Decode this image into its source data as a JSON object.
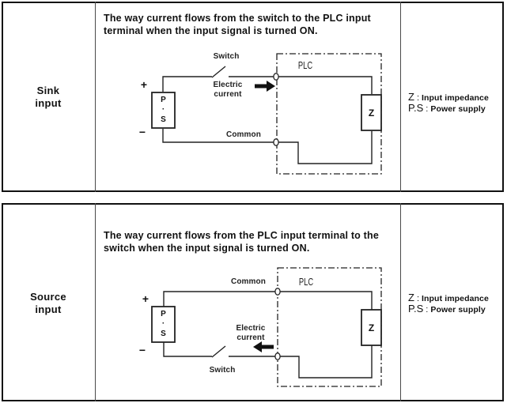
{
  "page": {
    "background": "#ffffff",
    "line_color": "#222222",
    "border_color": "#111111"
  },
  "panels": [
    {
      "row_label": "Sink\ninput",
      "description": "The way current flows from the switch to the PLC input\nterminal when the input signal is turned ON.",
      "diagram": {
        "switch_label": "Switch",
        "electric_current_label": "Electric\ncurrent",
        "common_label": "Common",
        "plc_label": "PLC",
        "power_supply_text": "P\n·\nS",
        "impedance_text": "Z",
        "plus_sign": "+",
        "minus_sign": "−",
        "current_direction": "right"
      },
      "legend": {
        "z_term": "Z",
        "z_sep": ":",
        "z_def": "Input impedance",
        "ps_term": "P.S",
        "ps_sep": ":",
        "ps_def": "Power supply"
      }
    },
    {
      "row_label": "Source\ninput",
      "description": "The way current flows from the PLC input terminal to the\nswitch when the input signal is turned ON.",
      "diagram": {
        "switch_label": "Switch",
        "electric_current_label": "Electric\ncurrent",
        "common_label": "Common",
        "plc_label": "PLC",
        "power_supply_text": "P\n·\nS",
        "impedance_text": "Z",
        "plus_sign": "+",
        "minus_sign": "−",
        "current_direction": "left"
      },
      "legend": {
        "z_term": "Z",
        "z_sep": ":",
        "z_def": "Input impedance",
        "ps_term": "P.S",
        "ps_sep": ":",
        "ps_def": "Power supply"
      }
    }
  ]
}
